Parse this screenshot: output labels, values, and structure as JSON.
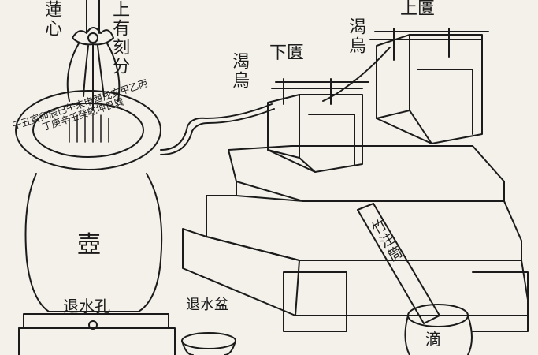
{
  "labels": {
    "lotus_center": "蓮心",
    "scale_top": "上有刻分",
    "upper_tank": "上匱",
    "upper_crow": "渴烏",
    "lower_tank": "下匱",
    "lower_crow": "渴烏",
    "pot": "壺",
    "pot_outlet": "退水孔",
    "basin_outlet": "退水盆",
    "bamboo_tube": "竹注筒",
    "drip": "滴"
  },
  "dial_text": "子丑寅卯辰巳午未申酉戌亥甲乙丙丁庚辛壬癸乾坤艮巽",
  "colors": {
    "ink": "#1b1b1b",
    "paper": "#f4f1ea"
  }
}
